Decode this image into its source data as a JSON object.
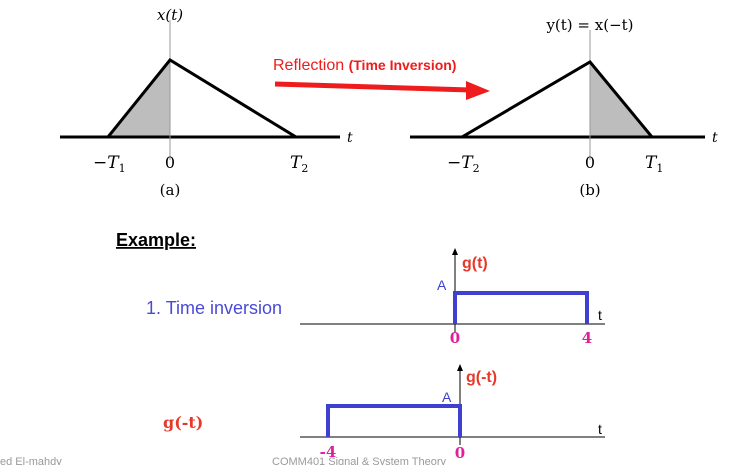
{
  "figure_a": {
    "function_label": "x(t)",
    "axis_var": "t",
    "tick_left": "−T",
    "tick_left_sub": "1",
    "tick_zero": "0",
    "tick_right": "T",
    "tick_right_sub": "2",
    "caption": "(a)"
  },
  "transform": {
    "label_main": "Reflection ",
    "label_bold": "(Time Inversion)",
    "arrow_color": "#ee1c1c"
  },
  "figure_b": {
    "function_label": "y(t) = x(−t)",
    "axis_var": "t",
    "tick_left": "−T",
    "tick_left_sub": "2",
    "tick_zero": "0",
    "tick_right": "T",
    "tick_right_sub": "1",
    "caption": "(b)"
  },
  "example": {
    "heading": "Example:",
    "item_label": "1.  Time inversion",
    "g_label": "g(t)",
    "g_amp": "A",
    "g_axis": "t",
    "g_tick_zero": "0",
    "g_tick_end": "4",
    "inv_left_label": "g(-t)",
    "inv_label": "g(-t)",
    "inv_amp": "A",
    "inv_axis": "t",
    "inv_tick_start": "-4",
    "inv_tick_zero": "0"
  },
  "footer": {
    "author_fragment": "ed El-mahdy",
    "course": "COMM401 Signal & System Theory"
  },
  "colors": {
    "accent_red": "#ee1c1c",
    "signal_blue": "#3f3fd0",
    "tick_magenta": "#e0209a",
    "label_red": "#e53a2a",
    "shade_gray": "#bdbdbd"
  }
}
